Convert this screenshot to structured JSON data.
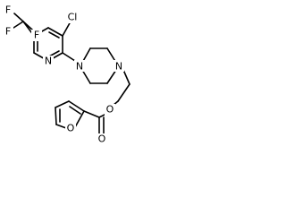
{
  "molecule": {
    "atoms": {
      "f1": "F",
      "f2": "F",
      "f3": "F",
      "cl": "Cl",
      "n_pyridine": "N",
      "n_piperazine_1": "N",
      "n_piperazine_4": "N",
      "o_ester": "O",
      "o_carbonyl": "O",
      "o_furan": "O"
    }
  }
}
